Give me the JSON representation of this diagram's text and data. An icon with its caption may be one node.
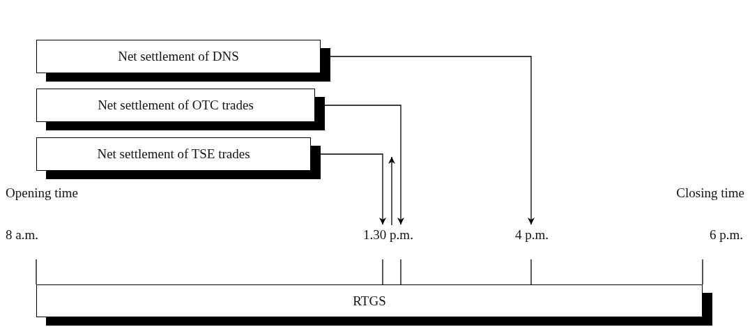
{
  "diagram": {
    "nodes": [
      {
        "text": [
          "Net settlement of DNS"
        ]
      },
      {
        "text": [
          "Net settlement of OTC trades"
        ]
      },
      {
        "text": [
          "Net settlement of TSE trades"
        ]
      },
      {
        "text": [
          "1.30 p.m."
        ]
      },
      {
        "text": [
          "4 p.m."
        ]
      },
      {
        "text": [
          "RTGS"
        ]
      }
    ],
    "edges": [
      {
        "from": 0,
        "to": 4,
        "arrow": "to"
      },
      {
        "from": 1,
        "to": 3,
        "arrow": "to"
      },
      {
        "from": 2,
        "to": 3,
        "arrow": "to"
      },
      {
        "from": 3,
        "to": null,
        "arrow": "to"
      }
    ],
    "labels": [
      "Opening time",
      "Closing time",
      "8 a.m.",
      "6 p.m."
    ]
  }
}
